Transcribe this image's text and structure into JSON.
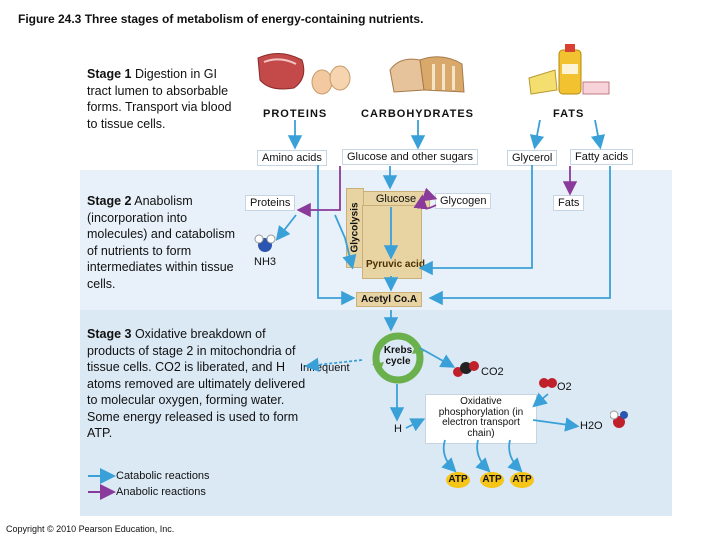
{
  "title": "Figure 24.3 Three stages of metabolism of energy-containing nutrients.",
  "stage1": {
    "label": "Stage 1",
    "text": "Digestion in GI tract lumen to absorbable forms. Transport via blood to tissue cells."
  },
  "stage2": {
    "label": "Stage 2",
    "text": "Anabolism (incorporation into molecules) and catabolism of nutrients to form intermediates within tissue cells."
  },
  "stage3": {
    "label": "Stage 3",
    "text": "Oxidative breakdown of products of stage 2 in mitochondria of tissue cells. CO2 is liberated, and H atoms removed are ultimately delivered to molecular oxygen, forming water. Some energy released is used to form ATP."
  },
  "headers": {
    "proteins": "PROTEINS",
    "carbohydrates": "CARBOHYDRATES",
    "fats": "FATS"
  },
  "boxes": {
    "amino_acids": "Amino acids",
    "glucose_sugars": "Glucose and other sugars",
    "glycerol": "Glycerol",
    "fatty_acids": "Fatty acids",
    "proteins": "Proteins",
    "glucose": "Glucose",
    "glycogen": "Glycogen",
    "fats": "Fats",
    "glycolysis": "Glycolysis",
    "pyruvic_acid": "Pyruvic acid",
    "acetyl_coa": "Acetyl Co.A",
    "krebs": "Krebs cycle",
    "ox_phos": "Oxidative phosphorylation (in electron transport chain)"
  },
  "molecules": {
    "nh3": "NH3",
    "co2": "CO2",
    "o2": "O2",
    "h": "H",
    "h2o": "H2O",
    "atp": "ATP"
  },
  "infrequent": "Infrequent",
  "legend": {
    "catabolic": "Catabolic reactions",
    "anabolic": "Anabolic reactions"
  },
  "copyright": "Copyright © 2010 Pearson Education, Inc.",
  "colors": {
    "catabolic": "#3aa0d8",
    "anabolic": "#8a3a9a",
    "krebs": "#6ab04c",
    "atp": "#f5c518"
  }
}
